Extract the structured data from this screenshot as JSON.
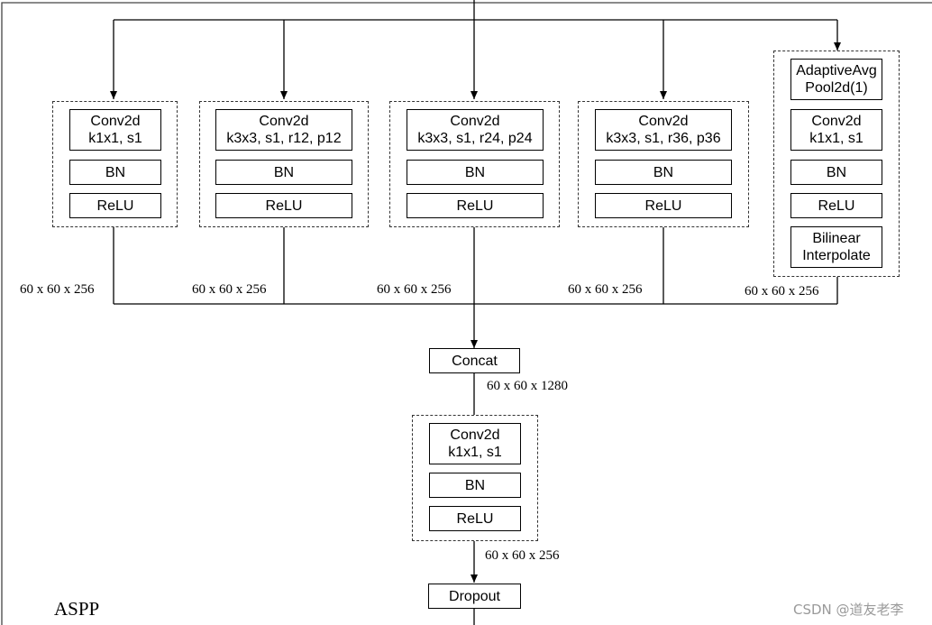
{
  "branches": [
    {
      "blocks": [
        "Conv2d\nk1x1, s1",
        "BN",
        "ReLU"
      ],
      "output_size": "60 x 60 x 256"
    },
    {
      "blocks": [
        "Conv2d\nk3x3, s1, r12, p12",
        "BN",
        "ReLU"
      ],
      "output_size": "60 x 60 x 256"
    },
    {
      "blocks": [
        "Conv2d\nk3x3, s1, r24, p24",
        "BN",
        "ReLU"
      ],
      "output_size": "60 x 60 x 256"
    },
    {
      "blocks": [
        "Conv2d\nk3x3, s1, r36, p36",
        "BN",
        "ReLU"
      ],
      "output_size": "60 x 60 x 256"
    },
    {
      "blocks": [
        "AdaptiveAvg\nPool2d(1)",
        "Conv2d\nk1x1, s1",
        "BN",
        "ReLU",
        "Bilinear\nInterpolate"
      ],
      "output_size": "60 x 60 x 256"
    }
  ],
  "concat": {
    "label": "Concat",
    "output_size": "60 x 60 x 1280"
  },
  "projection": {
    "blocks": [
      "Conv2d\nk1x1, s1",
      "BN",
      "ReLU"
    ],
    "output_size": "60 x 60 x 256"
  },
  "dropout": {
    "label": "Dropout"
  },
  "module_label": "ASPP",
  "watermark": "CSDN @道友老李"
}
